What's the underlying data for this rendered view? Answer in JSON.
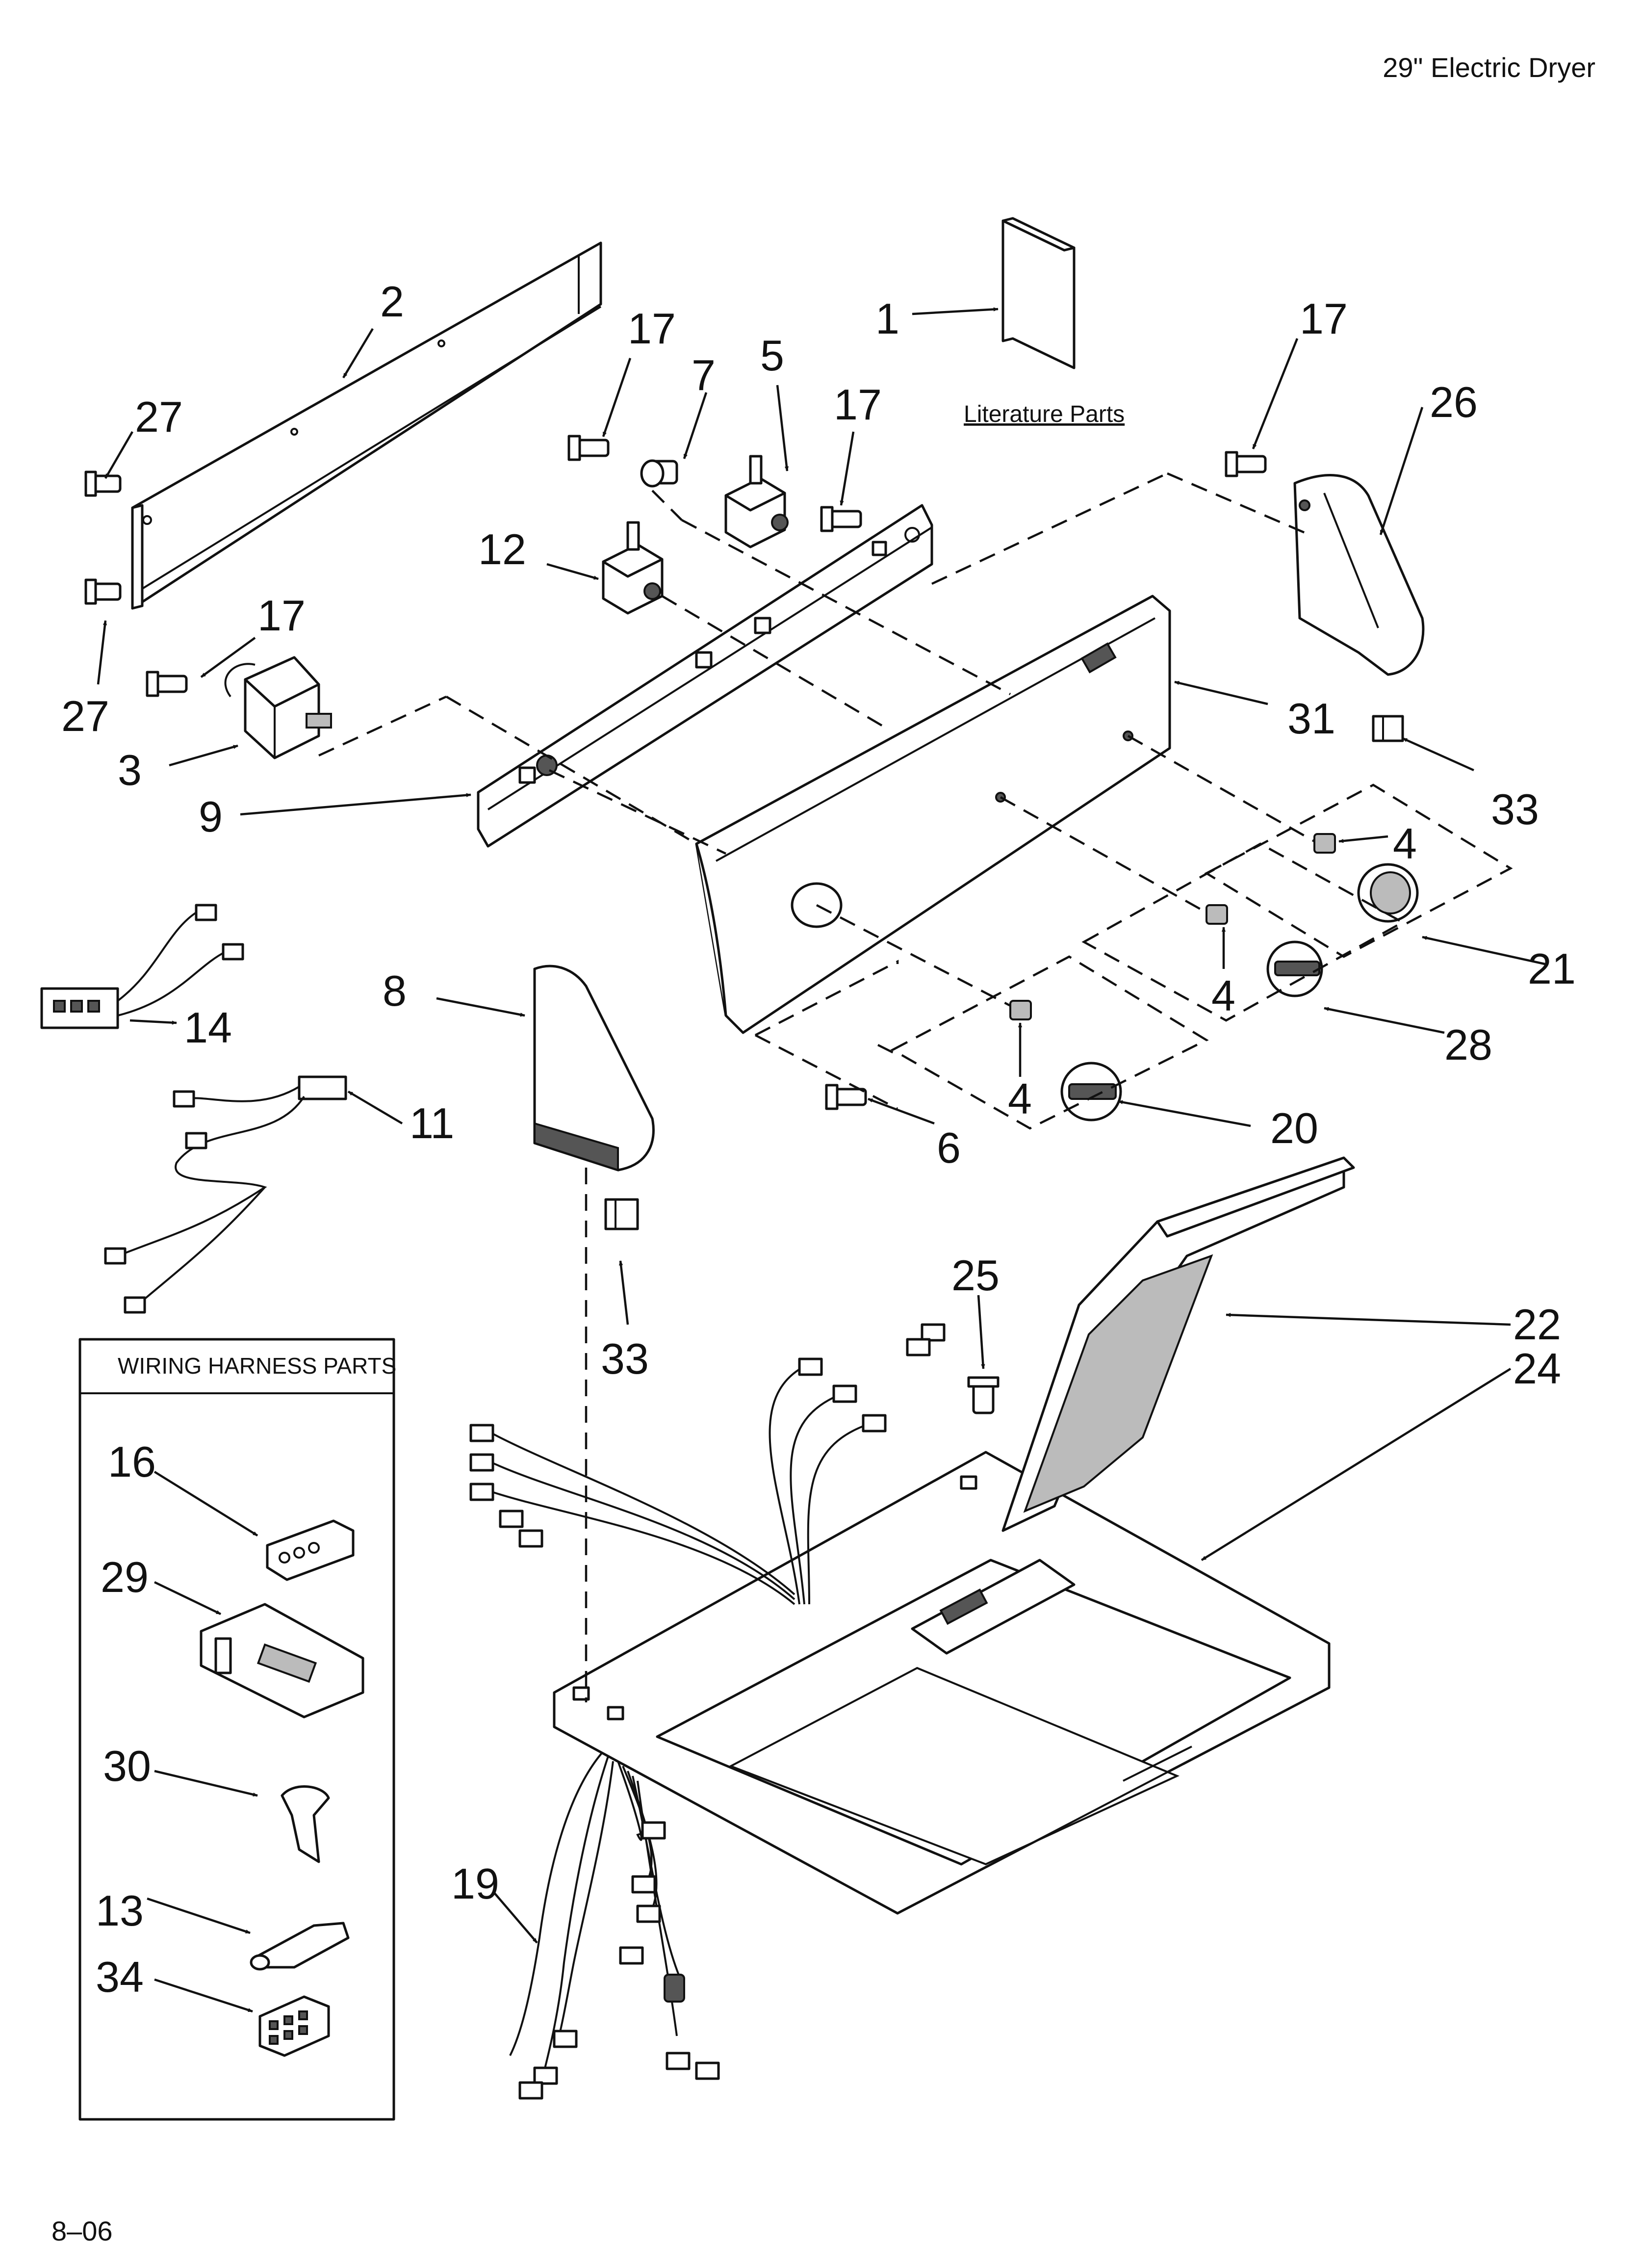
{
  "header": {
    "title": "29\" Electric Dryer"
  },
  "footer": {
    "code": "8–06"
  },
  "literature": {
    "label": "Literature Parts"
  },
  "harness_box": {
    "title": "WIRING HARNESS PARTS"
  },
  "callouts": {
    "c1": "1",
    "c2": "2",
    "c3": "3",
    "c4a": "4",
    "c4b": "4",
    "c4c": "4",
    "c5": "5",
    "c6": "6",
    "c7": "7",
    "c8": "8",
    "c9": "9",
    "c11": "11",
    "c12": "12",
    "c13": "13",
    "c14": "14",
    "c16": "16",
    "c17a": "17",
    "c17b": "17",
    "c17c": "17",
    "c17d": "17",
    "c19": "19",
    "c20": "20",
    "c21": "21",
    "c22": "22",
    "c24": "24",
    "c25": "25",
    "c26": "26",
    "c27a": "27",
    "c27b": "27",
    "c28": "28",
    "c29": "29",
    "c30": "30",
    "c31": "31",
    "c33a": "33",
    "c33b": "33",
    "c34": "34"
  }
}
